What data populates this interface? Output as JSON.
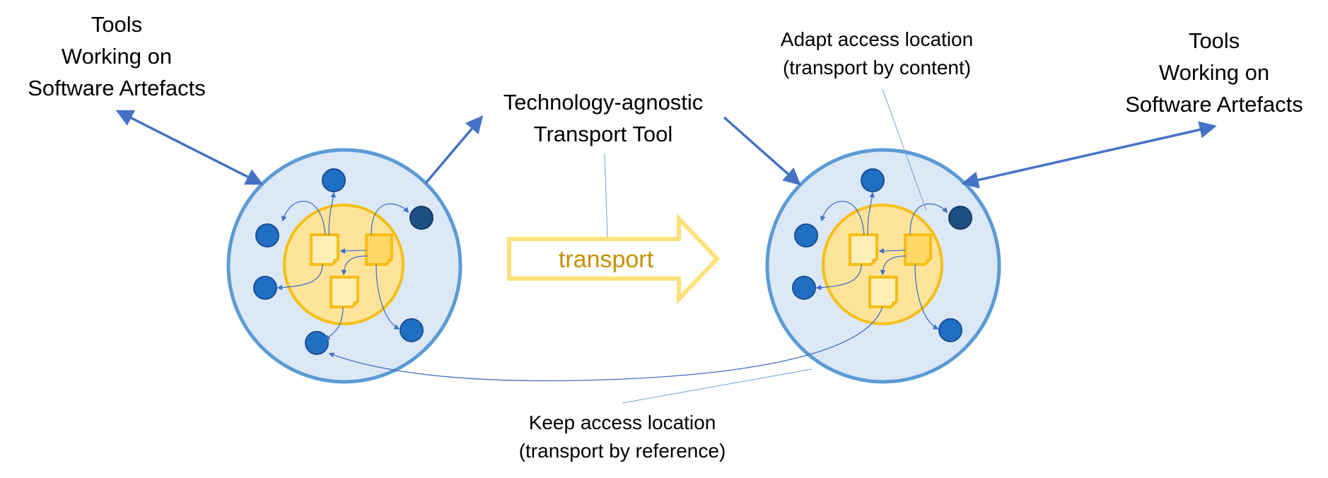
{
  "labels": {
    "tools_left": [
      "Tools",
      "Working on",
      "Software Artefacts"
    ],
    "tools_right": [
      "Tools",
      "Working on",
      "Software Artefacts"
    ],
    "transport_tool": [
      "Technology-agnostic",
      "Transport Tool"
    ],
    "transport_arrow": "transport",
    "adapt_access": [
      "Adapt access location",
      "(transport by content)"
    ],
    "keep_access": [
      "Keep access location",
      "(transport by reference)"
    ]
  },
  "colors": {
    "outer_fill": "#dce8f6",
    "outer_stroke": "#5b9bd5",
    "inner_fill": "#fde49a",
    "inner_stroke": "#f7be14",
    "node": "#1f6fc5",
    "node_dark": "#1d4f82",
    "arrow": "#4472c4",
    "transport_text": "#c49000"
  }
}
